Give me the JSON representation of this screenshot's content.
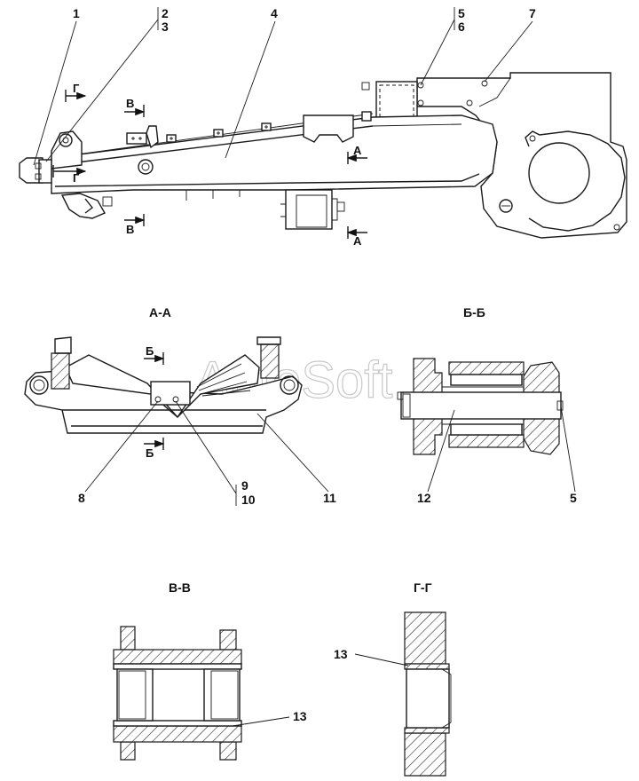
{
  "callouts": {
    "c1": "1",
    "c2": "2",
    "c3": "3",
    "c4": "4",
    "c5": "5",
    "c6": "6",
    "c7": "7",
    "c8": "8",
    "c9": "9",
    "c10": "10",
    "c11": "11",
    "c12": "12",
    "c5b": "5",
    "c13a": "13",
    "c13b": "13"
  },
  "sections": {
    "aa": "А-А",
    "bb": "Б-Б",
    "vv": "В-В",
    "gg": "Г-Г"
  },
  "markers": {
    "a": "А",
    "b": "Б",
    "v": "В",
    "g": "Г"
  },
  "watermark": "AutoSoft"
}
